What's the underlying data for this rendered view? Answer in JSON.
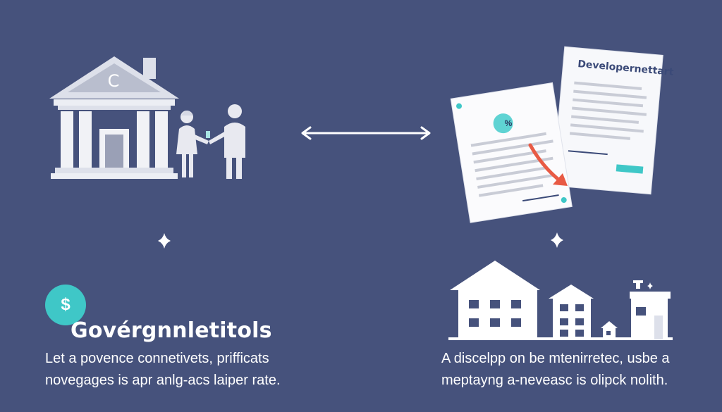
{
  "bank": {
    "letter": "C"
  },
  "badge": {
    "symbol": "$"
  },
  "heading": "Govérgnnletitols",
  "left_caption": {
    "line1": "Let a povence connetivets, prifficats",
    "line2": "novegages is apr anlg-acs laiper rate."
  },
  "document": {
    "title": "Developernettart",
    "percent_symbol": "%"
  },
  "right_caption": {
    "line1": "A discelpp on be mtenirretec, usbe a",
    "line2": "meptayng a-neveasc is olipck nolith."
  },
  "colors": {
    "background": "#46527c",
    "white": "#ffffff",
    "light_gray": "#dde0ea",
    "teal": "#3fc7c7",
    "red_arrow": "#e85a44",
    "doc_line": "#c9ccd6"
  }
}
